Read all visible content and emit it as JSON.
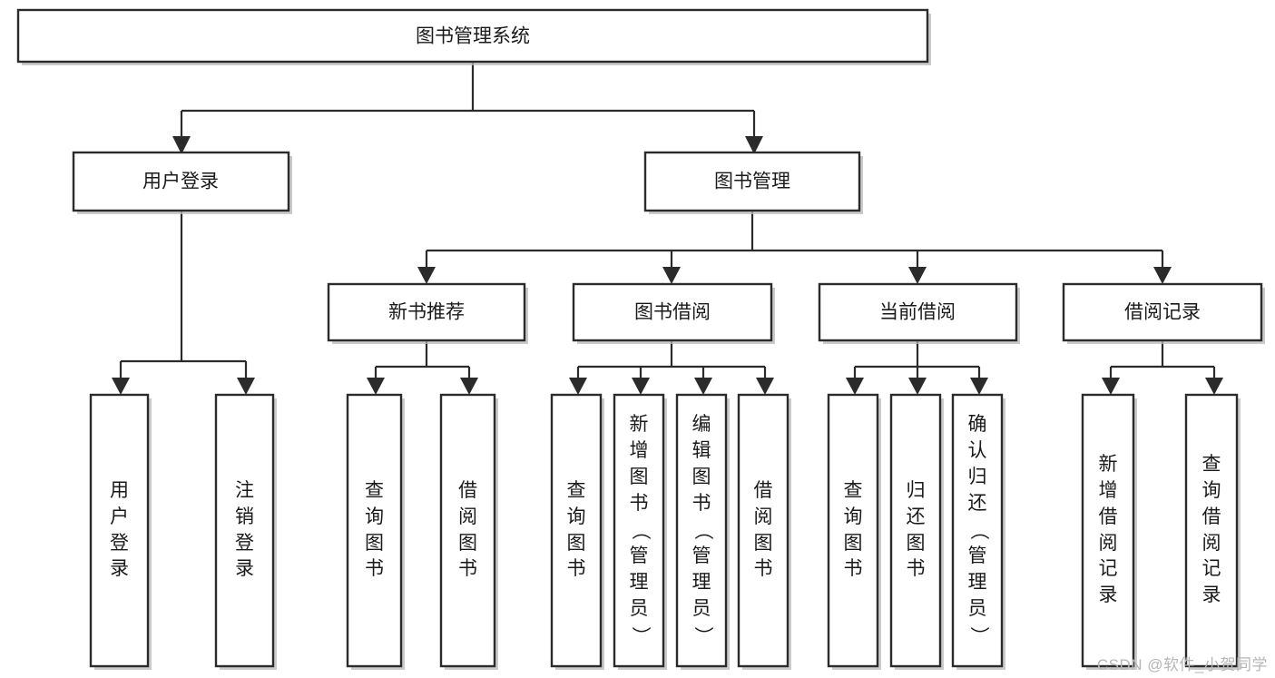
{
  "diagram": {
    "type": "tree-hierarchy",
    "title": "图书管理系统",
    "orientation": "top-down",
    "colors": {
      "box_fill": "#ffffff",
      "box_stroke": "#2b2b2b",
      "text": "#1a1a1a",
      "shadow": "#b9b9b9",
      "watermark": "#b6b6b6",
      "background": "#ffffff"
    },
    "root": {
      "id": "root",
      "label": "图书管理系统",
      "orientation": "horizontal"
    },
    "level2": [
      {
        "id": "user-login",
        "label": "用户登录",
        "orientation": "horizontal"
      },
      {
        "id": "book-management",
        "label": "图书管理",
        "orientation": "horizontal"
      }
    ],
    "level3": [
      {
        "id": "new-book-recommend",
        "label": "新书推荐",
        "parent": "book-management",
        "orientation": "horizontal"
      },
      {
        "id": "book-borrow",
        "label": "图书借阅",
        "parent": "book-management",
        "orientation": "horizontal"
      },
      {
        "id": "current-borrow",
        "label": "当前借阅",
        "parent": "book-management",
        "orientation": "horizontal"
      },
      {
        "id": "borrow-record",
        "label": "借阅记录",
        "parent": "book-management",
        "orientation": "horizontal"
      }
    ],
    "leaves": [
      {
        "id": "leaf-user-login",
        "label": "用户登录",
        "parent": "user-login",
        "orientation": "vertical"
      },
      {
        "id": "leaf-user-logout",
        "label": "注销登录",
        "parent": "user-login",
        "orientation": "vertical"
      },
      {
        "id": "leaf-query-book-1",
        "label": "查询图书",
        "parent": "new-book-recommend",
        "orientation": "vertical"
      },
      {
        "id": "leaf-borrow-book-1",
        "label": "借阅图书",
        "parent": "new-book-recommend",
        "orientation": "vertical"
      },
      {
        "id": "leaf-query-book-2",
        "label": "查询图书",
        "parent": "book-borrow",
        "orientation": "vertical"
      },
      {
        "id": "leaf-add-book",
        "label": "新增图书（管理员）",
        "parent": "book-borrow",
        "orientation": "vertical"
      },
      {
        "id": "leaf-edit-book",
        "label": "编辑图书（管理员）",
        "parent": "book-borrow",
        "orientation": "vertical"
      },
      {
        "id": "leaf-borrow-book-2",
        "label": "借阅图书",
        "parent": "book-borrow",
        "orientation": "vertical"
      },
      {
        "id": "leaf-query-book-3",
        "label": "查询图书",
        "parent": "current-borrow",
        "orientation": "vertical"
      },
      {
        "id": "leaf-return-book",
        "label": "归还图书",
        "parent": "current-borrow",
        "orientation": "vertical"
      },
      {
        "id": "leaf-confirm-return",
        "label": "确认归还（管理员）",
        "parent": "current-borrow",
        "orientation": "vertical"
      },
      {
        "id": "leaf-add-record",
        "label": "新增借阅记录",
        "parent": "borrow-record",
        "orientation": "vertical"
      },
      {
        "id": "leaf-query-record",
        "label": "查询借阅记录",
        "parent": "borrow-record",
        "orientation": "vertical"
      }
    ]
  },
  "watermark": {
    "text": "CSDN @软件_小贺同学"
  }
}
